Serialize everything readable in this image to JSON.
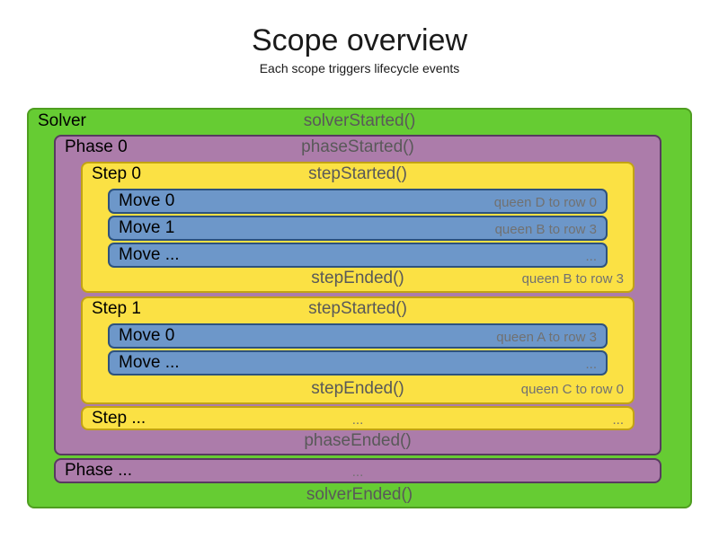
{
  "title": "Scope overview",
  "subtitle": "Each scope triggers lifecycle events",
  "colors": {
    "solver_fill": "#66cc33",
    "solver_border": "#4f9e20",
    "phase_fill": "#ac7caa",
    "phase_border": "#583a60",
    "step_fill": "#fbe144",
    "step_border": "#c2a313",
    "move_fill": "#6d97c9",
    "move_border": "#2d527e",
    "event_text": "#595959",
    "note_text": "#717171"
  },
  "solver": {
    "label": "Solver",
    "started": "solverStarted()",
    "ended": "solverEnded()",
    "phases": [
      {
        "label": "Phase 0",
        "started": "phaseStarted()",
        "ended": "phaseEnded()",
        "steps": [
          {
            "label": "Step 0",
            "started": "stepStarted()",
            "ended": "stepEnded()",
            "ended_note": "queen B to row 3",
            "moves": [
              {
                "label": "Move 0",
                "note": "queen D to row 0"
              },
              {
                "label": "Move 1",
                "note": "queen B to row 3"
              },
              {
                "label": "Move ...",
                "note": "..."
              }
            ]
          },
          {
            "label": "Step 1",
            "started": "stepStarted()",
            "ended": "stepEnded()",
            "ended_note": "queen C to row 0",
            "moves": [
              {
                "label": "Move 0",
                "note": "queen A to row 3"
              },
              {
                "label": "Move ...",
                "note": "..."
              }
            ]
          }
        ],
        "step_more": {
          "label": "Step ...",
          "mid": "...",
          "right": "..."
        }
      }
    ],
    "phase_more": {
      "label": "Phase ...",
      "mid": "..."
    }
  }
}
